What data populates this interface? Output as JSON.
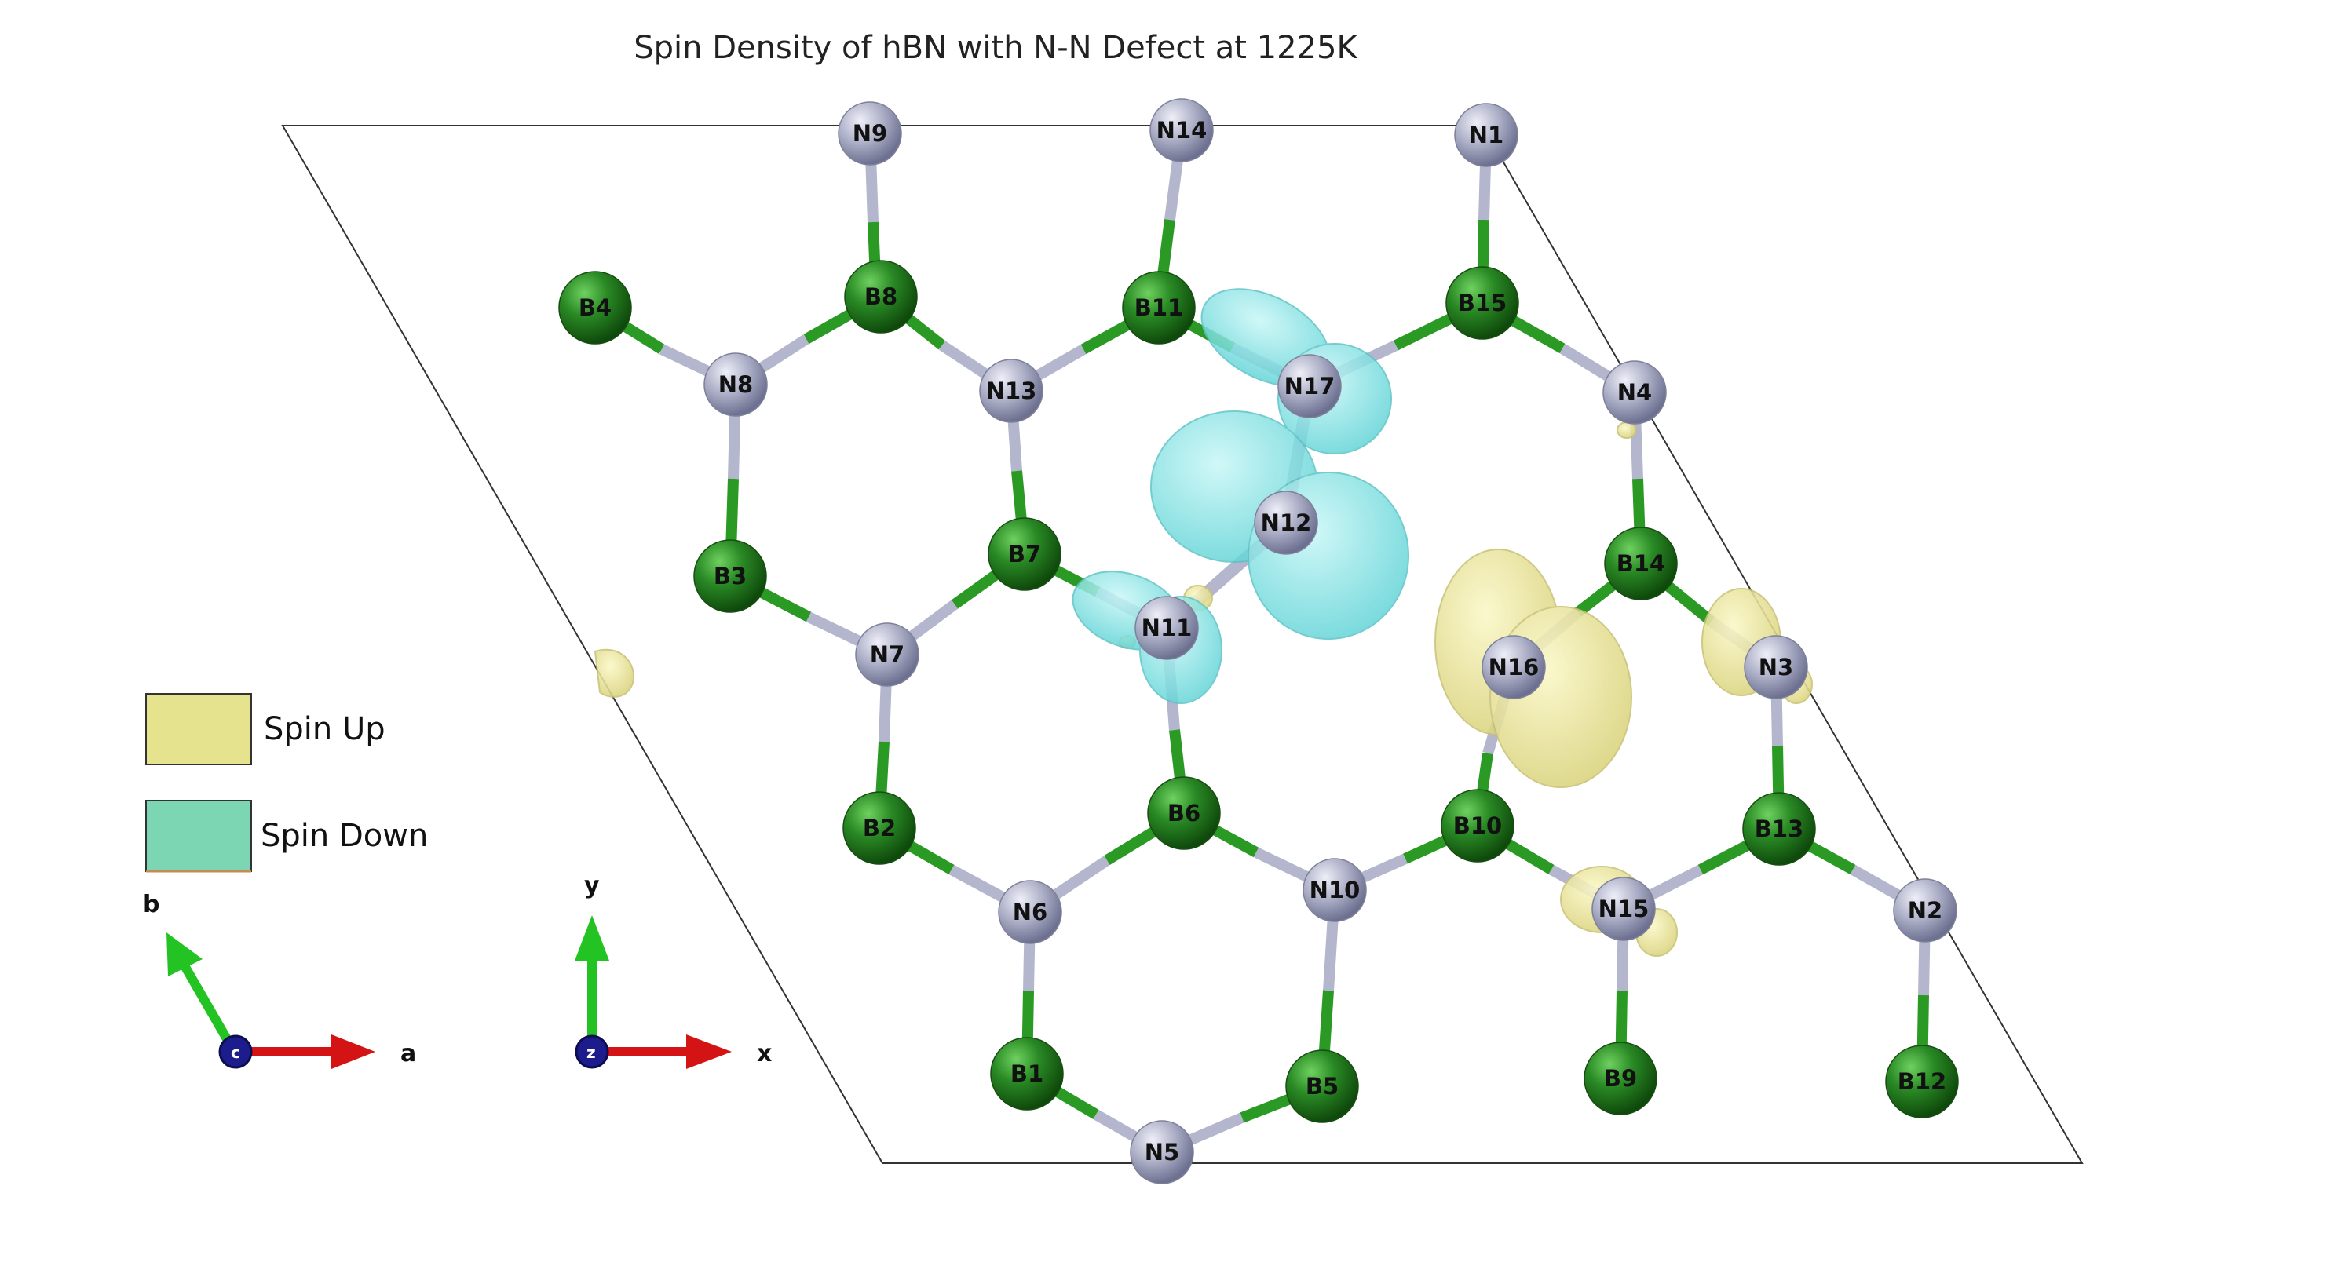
{
  "title": "Spin Density of hBN with N-N Defect at 1225K",
  "legend": [
    {
      "label": "Spin Up",
      "color": "#e6e38e"
    },
    {
      "label": "Spin Down",
      "color": "#7dd6b3"
    }
  ],
  "colors": {
    "boron": "#2a8a25",
    "nitrogen": "#b3b6cc",
    "spin_up": "#e8e496",
    "spin_down": "#7fe5e5",
    "axis_x": "#d41414",
    "axis_y": "#22c322",
    "axis_z": "#1c1c8c"
  },
  "axes": {
    "lattice": {
      "a": "a",
      "b": "b",
      "c": "c"
    },
    "cartesian": {
      "x": "x",
      "y": "y",
      "z": "z"
    }
  },
  "atoms": [
    "N9",
    "N14",
    "N1",
    "B4",
    "B8",
    "B11",
    "B15",
    "N8",
    "N13",
    "N17",
    "N4",
    "N12",
    "B3",
    "B7",
    "B14",
    "N11",
    "N7",
    "N16",
    "N3",
    "B2",
    "B6",
    "B10",
    "B13",
    "N6",
    "N10",
    "N15",
    "N2",
    "B1",
    "B5",
    "B9",
    "B12",
    "N5"
  ]
}
